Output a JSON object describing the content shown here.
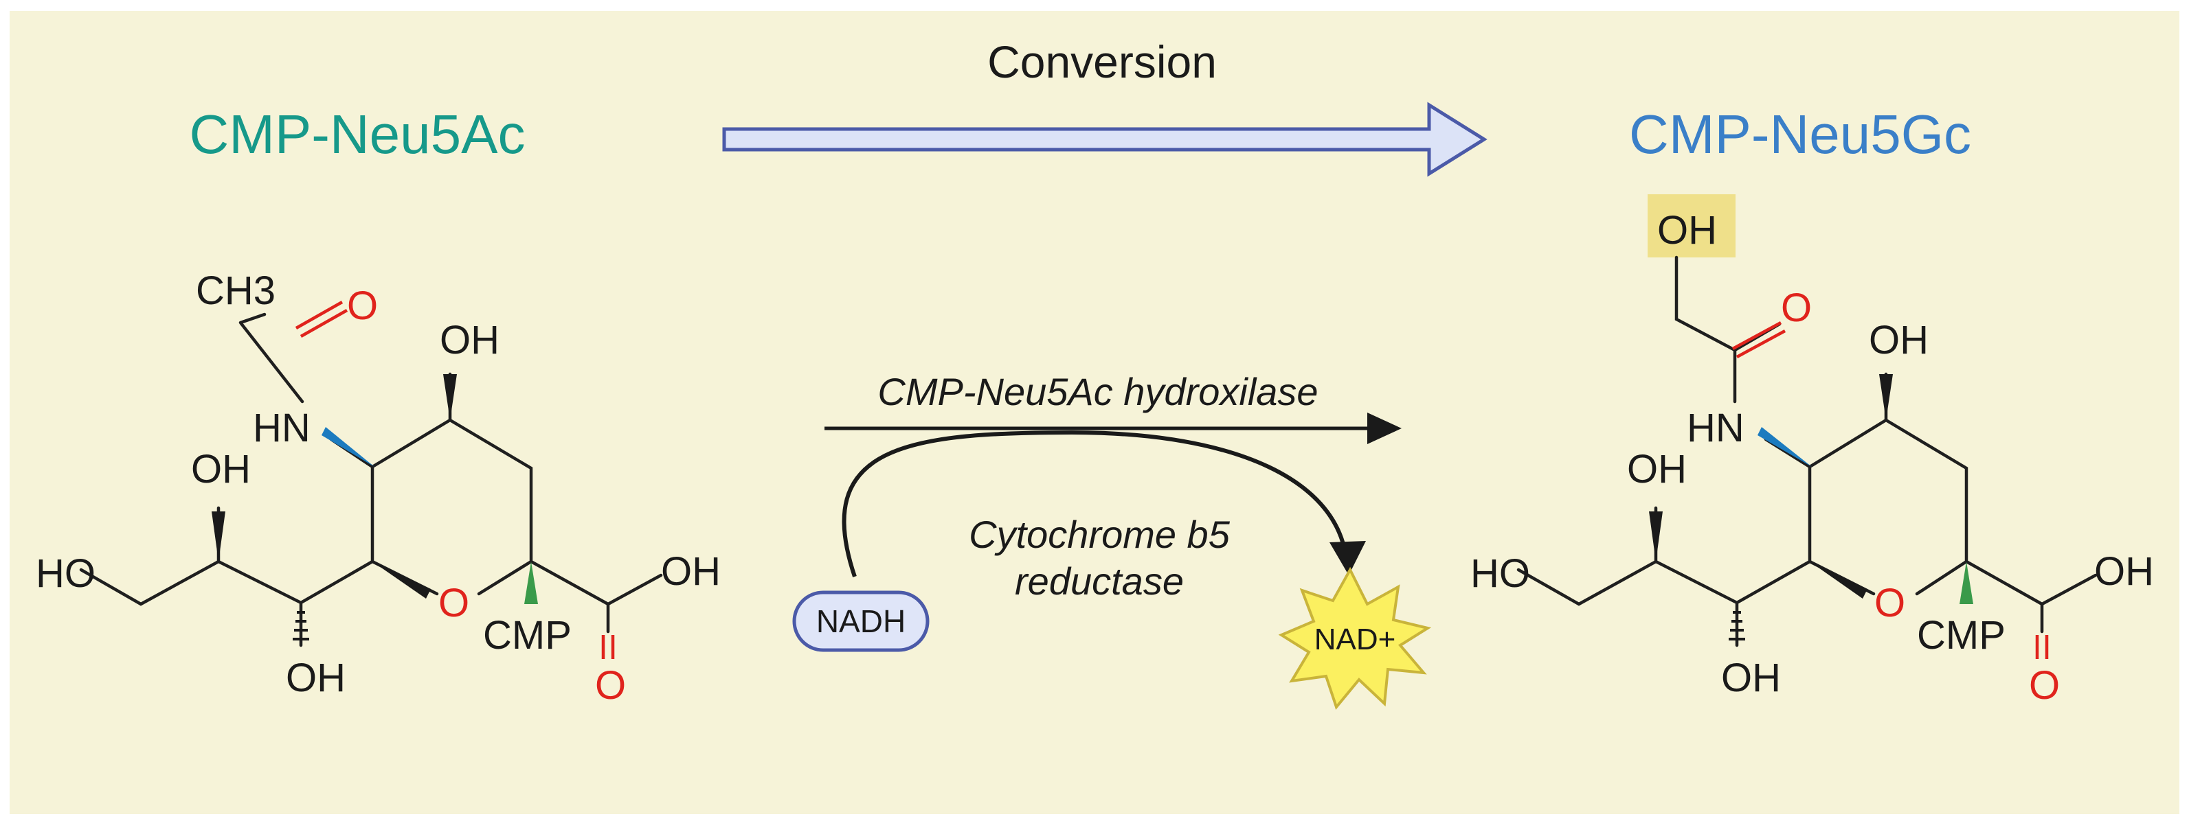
{
  "title_left": "CMP-Neu5Ac",
  "title_right": "CMP-Neu5Gc",
  "conversion_label": "Conversion",
  "enzyme_label": "CMP-Neu5Ac hydroxilase",
  "cofactor_enzyme_line1": "Cytochrome b5",
  "cofactor_enzyme_line2": "reductase",
  "nadh_label": "NADH",
  "nad_label": "NAD+",
  "atoms": {
    "ch3": "CH3",
    "o": "O",
    "oh": "OH",
    "hn": "HN",
    "ho": "HO",
    "cmp": "CMP"
  },
  "colors": {
    "background": "#f6f3d8",
    "title_left": "#16998a",
    "title_right": "#3a7fc8",
    "oxygen": "#e0231c",
    "arrow_fill": "#dce3f7",
    "arrow_stroke": "#4b5aa8",
    "wedge_blue": "#1c7bbf",
    "wedge_green": "#3a9a4a",
    "oh_highlight": "#efe08a",
    "nadh_fill": "#dfe5f8",
    "nad_fill": "#fbf060"
  }
}
